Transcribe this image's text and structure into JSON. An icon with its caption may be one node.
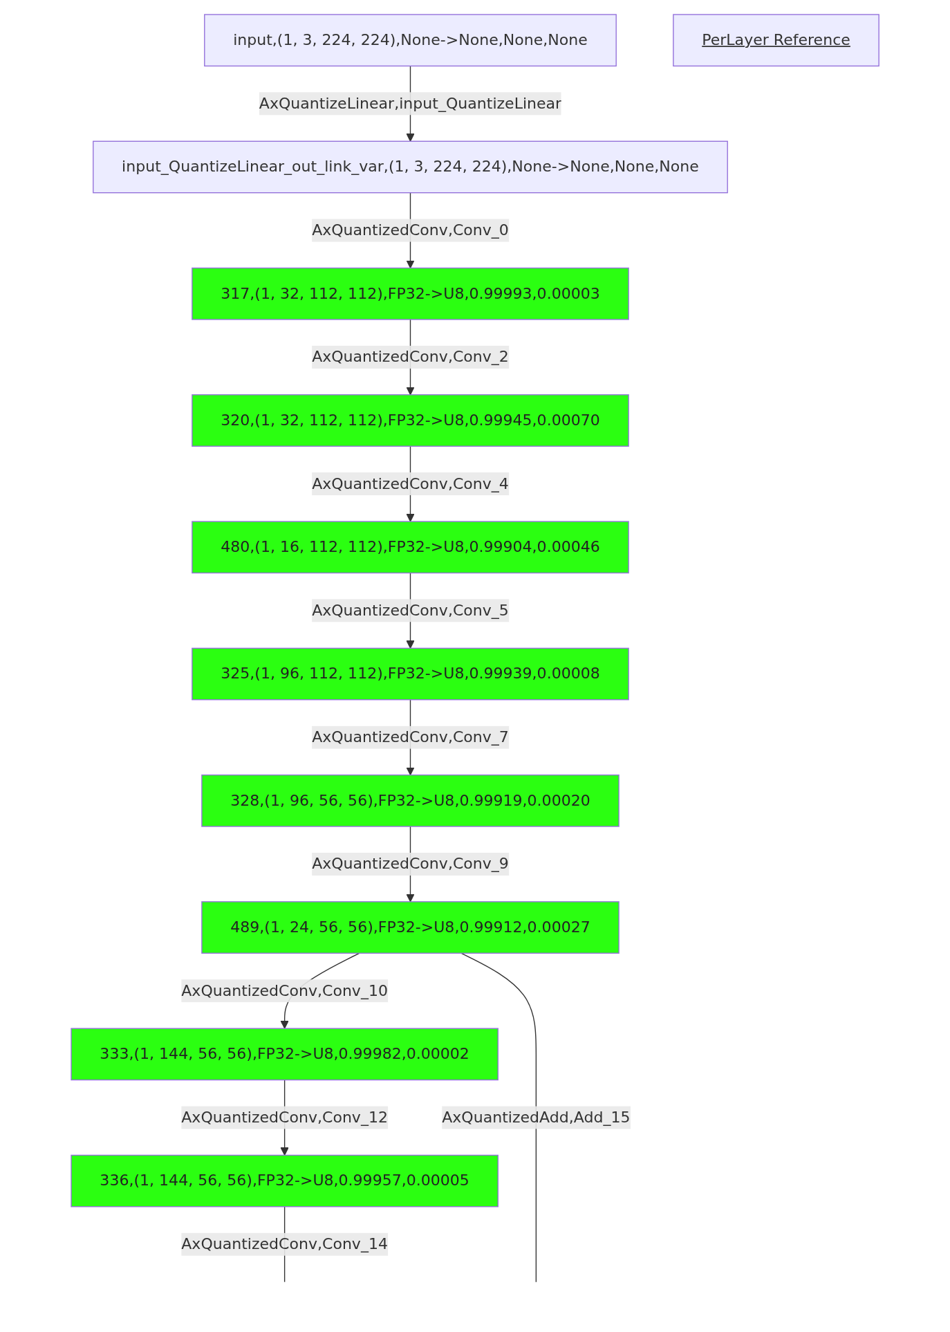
{
  "diagram": {
    "nodes": [
      {
        "text": [
          "input,(1, 3, 224, 224),None->None,None,None"
        ]
      },
      {
        "text": [
          "PerLayer Reference"
        ]
      },
      {
        "text": [
          "input_QuantizeLinear_out_link_var,(1, 3, 224, 224),None->None,None,None"
        ]
      },
      {
        "text": [
          "317,(1, 32, 112, 112),FP32->U8,0.99993,0.00003"
        ]
      },
      {
        "text": [
          "320,(1, 32, 112, 112),FP32->U8,0.99945,0.00070"
        ]
      },
      {
        "text": [
          "480,(1, 16, 112, 112),FP32->U8,0.99904,0.00046"
        ]
      },
      {
        "text": [
          "325,(1, 96, 112, 112),FP32->U8,0.99939,0.00008"
        ]
      },
      {
        "text": [
          "328,(1, 96, 56, 56),FP32->U8,0.99919,0.00020"
        ]
      },
      {
        "text": [
          "489,(1, 24, 56, 56),FP32->U8,0.99912,0.00027"
        ]
      },
      {
        "text": [
          "333,(1, 144, 56, 56),FP32->U8,0.99982,0.00002"
        ]
      },
      {
        "text": [
          "336,(1, 144, 56, 56),FP32->U8,0.99957,0.00005"
        ]
      }
    ],
    "edges": [
      {
        "from": 0,
        "to": 2,
        "arrow": "to",
        "label": "AxQuantizeLinear,input_QuantizeLinear"
      },
      {
        "from": 2,
        "to": 3,
        "arrow": "to",
        "label": "AxQuantizedConv,Conv_0"
      },
      {
        "from": 3,
        "to": 4,
        "arrow": "to",
        "label": "AxQuantizedConv,Conv_2"
      },
      {
        "from": 4,
        "to": 5,
        "arrow": "to",
        "label": "AxQuantizedConv,Conv_4"
      },
      {
        "from": 5,
        "to": 6,
        "arrow": "to",
        "label": "AxQuantizedConv,Conv_5"
      },
      {
        "from": 6,
        "to": 7,
        "arrow": "to",
        "label": "AxQuantizedConv,Conv_7"
      },
      {
        "from": 7,
        "to": 8,
        "arrow": "to",
        "label": "AxQuantizedConv,Conv_9"
      },
      {
        "from": 8,
        "to": 9,
        "arrow": "to",
        "label": "AxQuantizedConv,Conv_10"
      },
      {
        "from": 8,
        "to": null,
        "arrow": "none",
        "label": "AxQuantizedAdd,Add_15"
      },
      {
        "from": 9,
        "to": 10,
        "arrow": "to",
        "label": "AxQuantizedConv,Conv_12"
      },
      {
        "from": 10,
        "to": null,
        "arrow": "none",
        "label": "AxQuantizedConv,Conv_14"
      }
    ]
  }
}
